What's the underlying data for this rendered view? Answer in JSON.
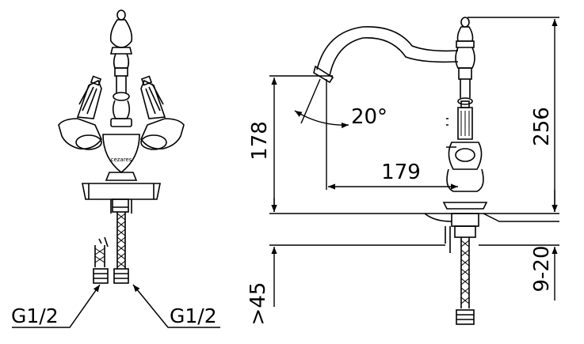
{
  "dimensions": {
    "height_overall": "256",
    "height_spout": "178",
    "reach": "179",
    "swivel_angle": "20°",
    "counter_thickness": "9-20",
    "hole_diameter": ">45"
  },
  "connections": {
    "left": "G1/2",
    "right": "G1/2"
  },
  "brand_mark": "cezares"
}
